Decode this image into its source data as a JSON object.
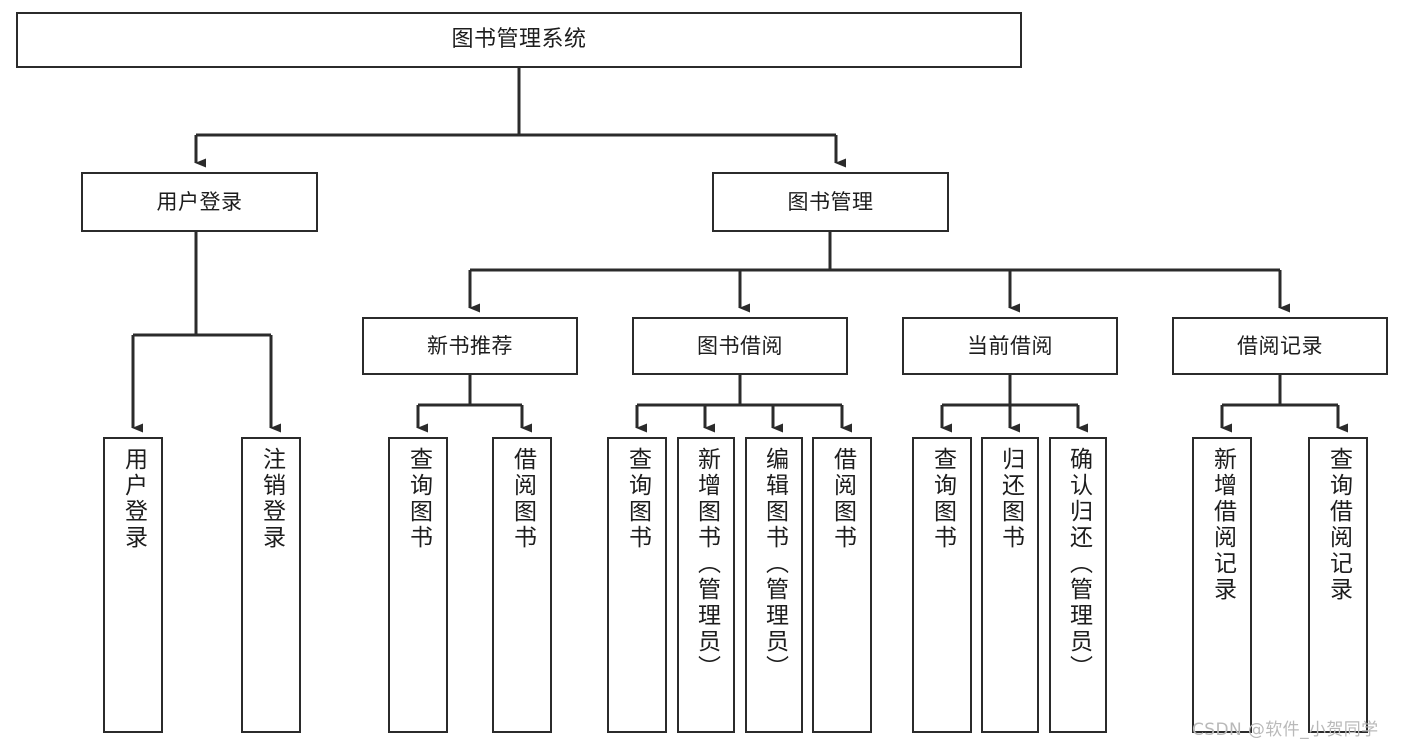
{
  "diagram": {
    "title": "图书管理系统",
    "type": "tree-hierarchy-chart",
    "orientation": "top-down",
    "colors": {
      "box_border": "#2b2b2b",
      "box_fill": "#ffffff",
      "edge": "#2b2b2b",
      "text": "#1d1d1d",
      "watermark": "#b9b9b9",
      "background": "#ffffff"
    }
  },
  "nodes": {
    "root": {
      "label": "图书管理系统"
    },
    "level2": [
      {
        "label": "用户登录"
      },
      {
        "label": "图书管理"
      }
    ],
    "level3": [
      {
        "label": "新书推荐"
      },
      {
        "label": "图书借阅"
      },
      {
        "label": "当前借阅"
      },
      {
        "label": "借阅记录"
      }
    ],
    "leaves": {
      "user_login": [
        {
          "label": "用户登录"
        },
        {
          "label": "注销登录"
        }
      ],
      "new_book_recommend": [
        {
          "label": "查询图书"
        },
        {
          "label": "借阅图书"
        }
      ],
      "book_borrow": [
        {
          "label": "查询图书"
        },
        {
          "label": "新增图书（管理员）"
        },
        {
          "label": "编辑图书（管理员）"
        },
        {
          "label": "借阅图书"
        }
      ],
      "current_borrow": [
        {
          "label": "查询图书"
        },
        {
          "label": "归还图书"
        },
        {
          "label": "确认归还（管理员）"
        }
      ],
      "borrow_record": [
        {
          "label": "新增借阅记录"
        },
        {
          "label": "查询借阅记录"
        }
      ]
    }
  },
  "watermark": {
    "text": "CSDN @软件_小贺同学"
  }
}
